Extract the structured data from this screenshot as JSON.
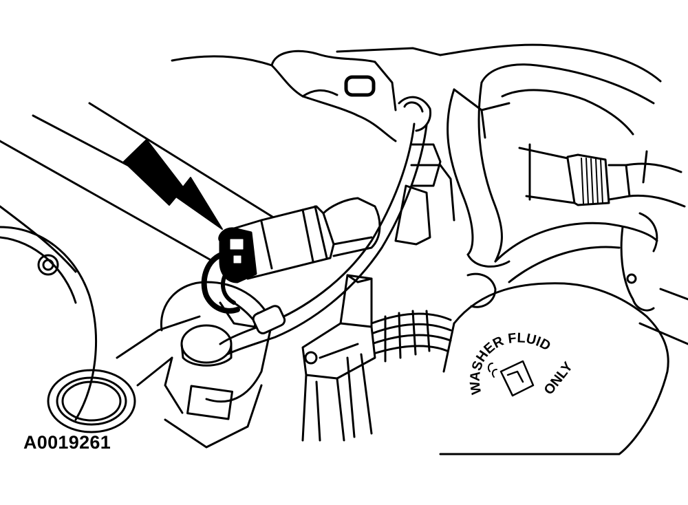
{
  "figure_id": "A0019261",
  "decal": {
    "word_1": "WASHER",
    "word_2": "FLUID",
    "word_3": "ONLY"
  },
  "colors": {
    "ink": "#000000",
    "paper": "#ffffff"
  }
}
